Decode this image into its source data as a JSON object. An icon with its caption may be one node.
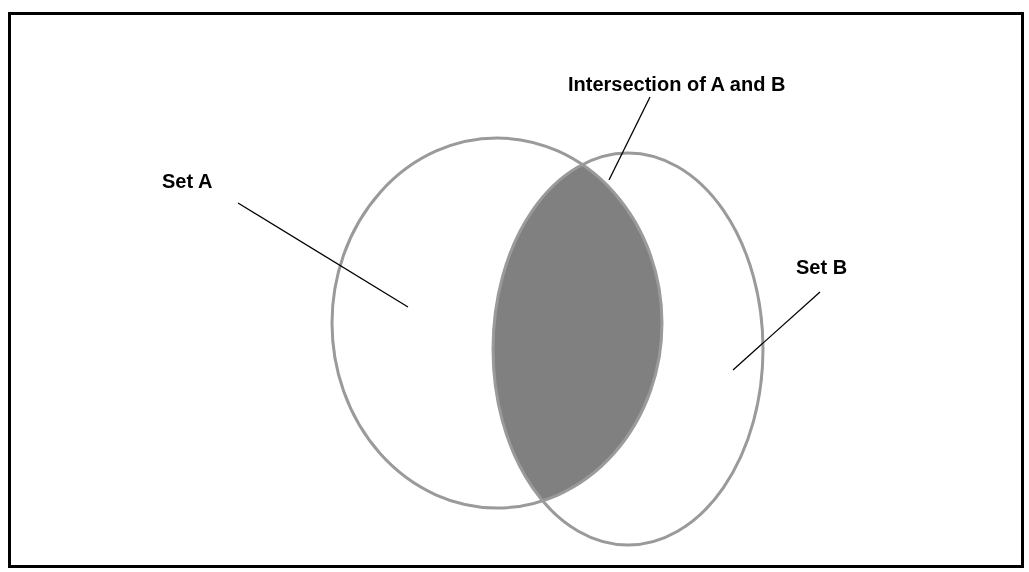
{
  "diagram": {
    "nodes": [
      {
        "text": [
          "Set A"
        ]
      },
      {
        "text": [
          "Intersection of A and B"
        ]
      },
      {
        "text": [
          "Set B"
        ]
      },
      {
        "text": [],
        "shape": "circle"
      },
      {
        "text": [],
        "shape": "lens"
      },
      {
        "text": [],
        "shape": "circle"
      }
    ],
    "edges": [
      {
        "from": 0,
        "to": 3,
        "arrow": "none"
      },
      {
        "from": 1,
        "to": 4,
        "arrow": "none"
      },
      {
        "from": 2,
        "to": 5,
        "arrow": "none"
      }
    ]
  }
}
